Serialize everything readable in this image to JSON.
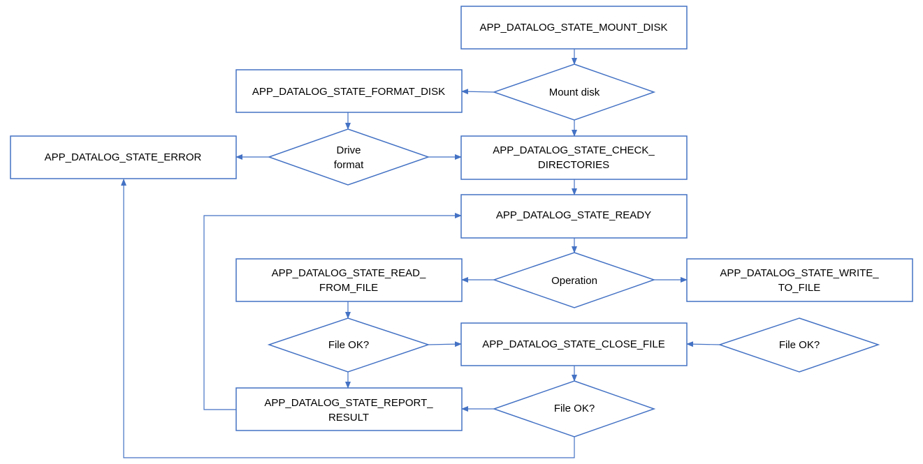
{
  "diagram": {
    "accent_color": "#4472c4",
    "states": {
      "mount_disk": [
        "APP_DATALOG_STATE_MOUNT_DISK"
      ],
      "format_disk": [
        "APP_DATALOG_STATE_FORMAT_DISK"
      ],
      "error": [
        "APP_DATALOG_STATE_ERROR"
      ],
      "check_directories": [
        "APP_DATALOG_STATE_CHECK_",
        "DIRECTORIES"
      ],
      "ready": [
        "APP_DATALOG_STATE_READY"
      ],
      "read_from_file": [
        "APP_DATALOG_STATE_READ_",
        "FROM_FILE"
      ],
      "write_to_file": [
        "APP_DATALOG_STATE_WRITE_",
        "TO_FILE"
      ],
      "close_file": [
        "APP_DATALOG_STATE_CLOSE_FILE"
      ],
      "report_result": [
        "APP_DATALOG_STATE_REPORT_",
        "RESULT"
      ]
    },
    "decisions": {
      "mount_disk": [
        "Mount disk"
      ],
      "drive_format": [
        "Drive",
        "format"
      ],
      "operation": [
        "Operation"
      ],
      "file_ok_read": [
        "File OK?"
      ],
      "file_ok_write": [
        "File OK?"
      ],
      "file_ok_close": [
        "File OK?"
      ]
    }
  }
}
